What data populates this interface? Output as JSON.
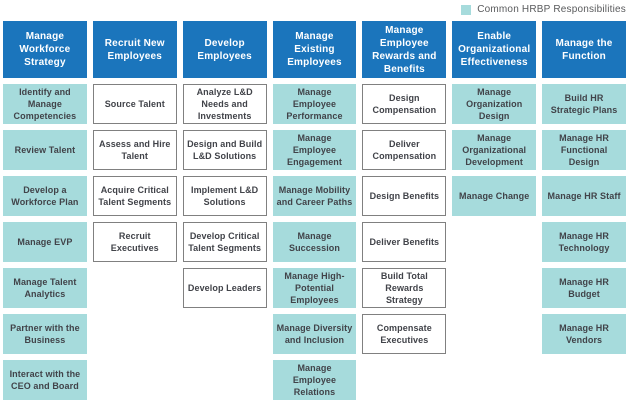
{
  "legend": {
    "label": "Common HRBP Responsibilities"
  },
  "colors": {
    "header_bg": "#1B75BC",
    "header_text": "#FFFFFF",
    "common_bg": "#A6DBDC",
    "cell_border": "#808080",
    "cell_text": "#414349",
    "legend_text": "#595A5C"
  },
  "columns": [
    {
      "header": "Manage Workforce Strategy",
      "cells": [
        {
          "label": "Identify and Manage Competencies",
          "common": true
        },
        {
          "label": "Review Talent",
          "common": true
        },
        {
          "label": "Develop a Workforce Plan",
          "common": true
        },
        {
          "label": "Manage EVP",
          "common": true
        },
        {
          "label": "Manage Talent Analytics",
          "common": true
        },
        {
          "label": "Partner with the Business",
          "common": true
        },
        {
          "label": "Interact with the CEO and Board",
          "common": true
        }
      ]
    },
    {
      "header": "Recruit New Employees",
      "cells": [
        {
          "label": "Source Talent",
          "common": false
        },
        {
          "label": "Assess and Hire Talent",
          "common": false
        },
        {
          "label": "Acquire Critical Talent Segments",
          "common": false
        },
        {
          "label": "Recruit Executives",
          "common": false
        }
      ]
    },
    {
      "header": "Develop Employees",
      "cells": [
        {
          "label": "Analyze L&D Needs and Investments",
          "common": false
        },
        {
          "label": "Design and Build L&D Solutions",
          "common": false
        },
        {
          "label": "Implement L&D Solutions",
          "common": false
        },
        {
          "label": "Develop Critical Talent Segments",
          "common": false
        },
        {
          "label": "Develop Leaders",
          "common": false
        }
      ]
    },
    {
      "header": "Manage Existing Employees",
      "cells": [
        {
          "label": "Manage Employee Performance",
          "common": true
        },
        {
          "label": "Manage Employee Engagement",
          "common": true
        },
        {
          "label": "Manage Mobility and Career Paths",
          "common": true
        },
        {
          "label": "Manage Succession",
          "common": true
        },
        {
          "label": "Manage High-Potential Employees",
          "common": true
        },
        {
          "label": "Manage Diversity and Inclusion",
          "common": true
        },
        {
          "label": "Manage Employee Relations",
          "common": true
        }
      ]
    },
    {
      "header": "Manage Employee Rewards and Benefits",
      "cells": [
        {
          "label": "Design Compensation",
          "common": false
        },
        {
          "label": "Deliver Compensation",
          "common": false
        },
        {
          "label": "Design Benefits",
          "common": false
        },
        {
          "label": "Deliver Benefits",
          "common": false
        },
        {
          "label": "Build Total Rewards Strategy",
          "common": false
        },
        {
          "label": "Compensate Executives",
          "common": false
        }
      ]
    },
    {
      "header": "Enable Organizational Effectiveness",
      "cells": [
        {
          "label": "Manage Organization Design",
          "common": true
        },
        {
          "label": "Manage Organizational Development",
          "common": true
        },
        {
          "label": "Manage Change",
          "common": true
        }
      ]
    },
    {
      "header": "Manage the Function",
      "cells": [
        {
          "label": "Build HR Strategic Plans",
          "common": true
        },
        {
          "label": "Manage HR Functional Design",
          "common": true
        },
        {
          "label": "Manage HR Staff",
          "common": true
        },
        {
          "label": "Manage HR Technology",
          "common": true
        },
        {
          "label": "Manage HR Budget",
          "common": true
        },
        {
          "label": "Manage HR Vendors",
          "common": true
        }
      ]
    }
  ]
}
